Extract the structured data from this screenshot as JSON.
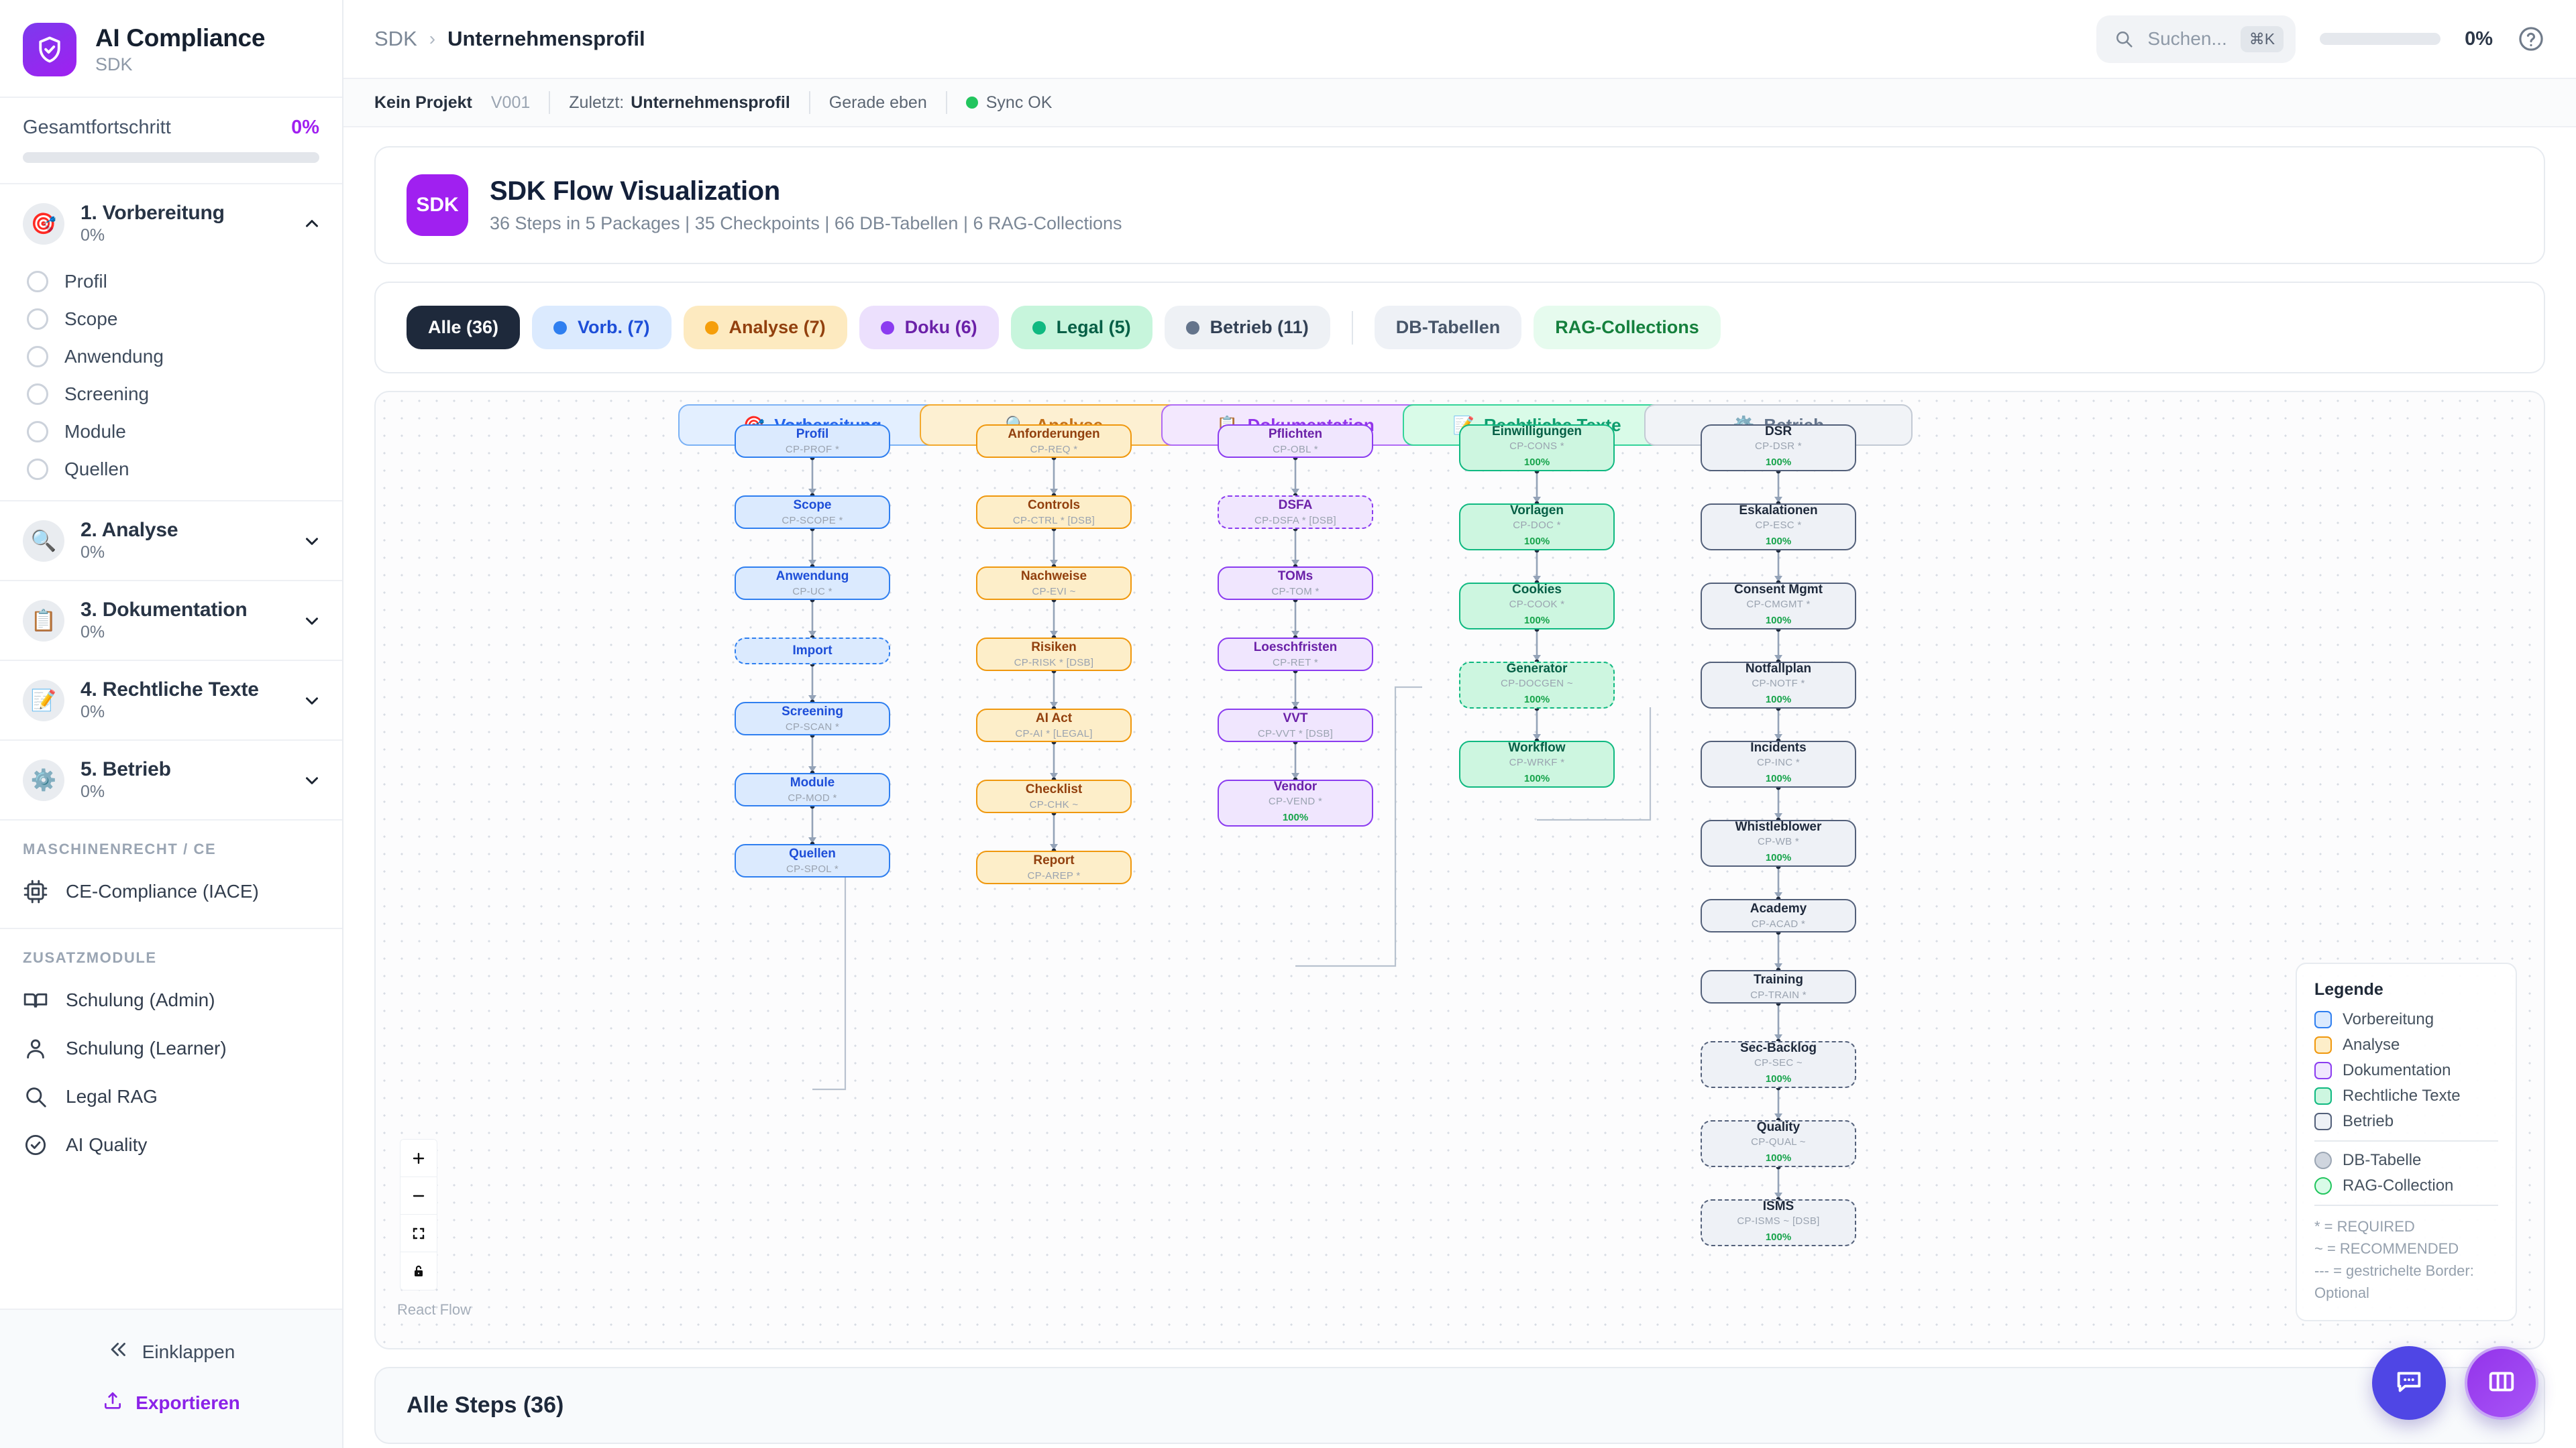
{
  "brand": {
    "title": "AI Compliance",
    "subtitle": "SDK",
    "logo_icon": "shield-check-icon",
    "color": "#a020f0"
  },
  "sidebar": {
    "progress": {
      "label": "Gesamtfortschritt",
      "value": "0%",
      "percent": 0
    },
    "phases": [
      {
        "emoji": "🎯",
        "name": "1. Vorbereitung",
        "percent": "0%",
        "expanded": true,
        "items": [
          {
            "label": "Profil"
          },
          {
            "label": "Scope"
          },
          {
            "label": "Anwendung"
          },
          {
            "label": "Screening"
          },
          {
            "label": "Module"
          },
          {
            "label": "Quellen"
          }
        ]
      },
      {
        "emoji": "🔍",
        "name": "2. Analyse",
        "percent": "0%",
        "expanded": false,
        "items": []
      },
      {
        "emoji": "📋",
        "name": "3. Dokumentation",
        "percent": "0%",
        "expanded": false,
        "items": []
      },
      {
        "emoji": "📝",
        "name": "4. Rechtliche Texte",
        "percent": "0%",
        "expanded": false,
        "items": []
      },
      {
        "emoji": "⚙️",
        "name": "5. Betrieb",
        "percent": "0%",
        "expanded": false,
        "items": []
      }
    ],
    "section_machine": {
      "label": "MASCHINENRECHT / CE",
      "items": [
        {
          "icon": "cpu-icon",
          "label": "CE-Compliance (IACE)"
        }
      ]
    },
    "section_extra": {
      "label": "ZUSATZMODULE",
      "items": [
        {
          "icon": "book-icon",
          "label": "Schulung (Admin)"
        },
        {
          "icon": "user-icon",
          "label": "Schulung (Learner)"
        },
        {
          "icon": "search-icon",
          "label": "Legal RAG"
        },
        {
          "icon": "check-circle-icon",
          "label": "AI Quality"
        }
      ]
    },
    "footer": {
      "collapse": {
        "icon": "chevrons-left-icon",
        "label": "Einklappen"
      },
      "export": {
        "icon": "upload-icon",
        "label": "Exportieren"
      }
    }
  },
  "topbar": {
    "breadcrumb": {
      "root": "SDK",
      "separator": "›",
      "current": "Unternehmensprofil"
    },
    "search": {
      "placeholder": "Suchen...",
      "shortcut": "⌘K",
      "icon": "search-icon"
    },
    "progress": {
      "value": "0%",
      "percent": 0
    },
    "help_icon": "help-circle-icon"
  },
  "statusbar": {
    "project": "Kein Projekt",
    "version": "V001",
    "last_label": "Zuletzt:",
    "last_value": "Unternehmensprofil",
    "time": "Gerade eben",
    "sync": "Sync OK",
    "sync_color": "#22c55e"
  },
  "flowcard": {
    "badge": "SDK",
    "title": "SDK Flow Visualization",
    "subtitle": "36 Steps in 5 Packages | 35 Checkpoints | 66 DB-Tabellen | 6 RAG-Collections"
  },
  "filters": [
    {
      "label": "Alle (36)",
      "active": true,
      "dot": null,
      "bg": "#1e293b",
      "fg": "#ffffff"
    },
    {
      "label": "Vorb. (7)",
      "active": false,
      "dot": "#2f7ff0",
      "bg": "#dbeafe",
      "fg": "#1d4ed8"
    },
    {
      "label": "Analyse (7)",
      "active": false,
      "dot": "#f59e0b",
      "bg": "#fdeac0",
      "fg": "#92400e"
    },
    {
      "label": "Doku (6)",
      "active": false,
      "dot": "#8b3cf0",
      "bg": "#ece0fd",
      "fg": "#6b21a8"
    },
    {
      "label": "Legal (5)",
      "active": false,
      "dot": "#10b981",
      "bg": "#c7f5dc",
      "fg": "#065f46"
    },
    {
      "label": "Betrieb (11)",
      "active": false,
      "dot": "#64748b",
      "bg": "#eef1f5",
      "fg": "#334155"
    }
  ],
  "filters_extra": [
    {
      "label": "DB-Tabellen",
      "bg": "#eef1f6",
      "fg": "#475569"
    },
    {
      "label": "RAG-Collections",
      "bg": "#e6fbee",
      "fg": "#15803d"
    }
  ],
  "chart_data": {
    "type": "diagram-flow",
    "title": "SDK Flow Visualization",
    "columns": [
      {
        "id": "vorbereitung",
        "header": "Vorbereitung",
        "emoji": "🎯",
        "header_bg": "#e3efff",
        "header_border": "#7cb2f5",
        "header_fg": "#2563eb",
        "node_bg": "#dbeafe",
        "node_border": "#2f7ff0",
        "node_fg": "#1d4ed8",
        "nodes": [
          {
            "title": "Profil",
            "code": "CP-PROF *",
            "dashed": false,
            "percent": null
          },
          {
            "title": "Scope",
            "code": "CP-SCOPE *",
            "dashed": false,
            "percent": null
          },
          {
            "title": "Anwendung",
            "code": "CP-UC *",
            "dashed": false,
            "percent": null
          },
          {
            "title": "Import",
            "code": "",
            "dashed": true,
            "percent": null
          },
          {
            "title": "Screening",
            "code": "CP-SCAN *",
            "dashed": false,
            "percent": null
          },
          {
            "title": "Module",
            "code": "CP-MOD *",
            "dashed": false,
            "percent": null
          },
          {
            "title": "Quellen",
            "code": "CP-SPOL *",
            "dashed": false,
            "percent": null
          }
        ]
      },
      {
        "id": "analyse",
        "header": "Analyse",
        "emoji": "🔍",
        "header_bg": "#fdf0d2",
        "header_border": "#f3a92e",
        "header_fg": "#c2701a",
        "node_bg": "#fdeec9",
        "node_border": "#f0980e",
        "node_fg": "#92400e",
        "nodes": [
          {
            "title": "Anforderungen",
            "code": "CP-REQ *",
            "dashed": false,
            "percent": null
          },
          {
            "title": "Controls",
            "code": "CP-CTRL * [DSB]",
            "dashed": false,
            "percent": null
          },
          {
            "title": "Nachweise",
            "code": "CP-EVI ~",
            "dashed": false,
            "percent": null
          },
          {
            "title": "Risiken",
            "code": "CP-RISK * [DSB]",
            "dashed": false,
            "percent": null
          },
          {
            "title": "AI Act",
            "code": "CP-AI * [LEGAL]",
            "dashed": false,
            "percent": null
          },
          {
            "title": "Checklist",
            "code": "CP-CHK ~",
            "dashed": false,
            "percent": null
          },
          {
            "title": "Report",
            "code": "CP-AREP *",
            "dashed": false,
            "percent": null
          }
        ]
      },
      {
        "id": "dokumentation",
        "header": "Dokumentation",
        "emoji": "📋",
        "header_bg": "#f3e8fe",
        "header_border": "#b06bf5",
        "header_fg": "#9333ea",
        "node_bg": "#f0e6fe",
        "node_border": "#8b3cf0",
        "node_fg": "#6b21a8",
        "nodes": [
          {
            "title": "Pflichten",
            "code": "CP-OBL *",
            "dashed": false,
            "percent": null
          },
          {
            "title": "DSFA",
            "code": "CP-DSFA * [DSB]",
            "dashed": true,
            "percent": null
          },
          {
            "title": "TOMs",
            "code": "CP-TOM *",
            "dashed": false,
            "percent": null
          },
          {
            "title": "Loeschfristen",
            "code": "CP-RET *",
            "dashed": false,
            "percent": null
          },
          {
            "title": "VVT",
            "code": "CP-VVT * [DSB]",
            "dashed": false,
            "percent": null
          },
          {
            "title": "Vendor",
            "code": "CP-VEND *",
            "dashed": false,
            "percent": "100%"
          }
        ]
      },
      {
        "id": "rechtliche",
        "header": "Rechtliche Texte",
        "emoji": "📝",
        "header_bg": "#d9fbe8",
        "header_border": "#34d399",
        "header_fg": "#0f9d6e",
        "node_bg": "#cdf6e0",
        "node_border": "#10b981",
        "node_fg": "#065f46",
        "nodes": [
          {
            "title": "Einwilligungen",
            "code": "CP-CONS *",
            "dashed": false,
            "percent": "100%"
          },
          {
            "title": "Vorlagen",
            "code": "CP-DOC *",
            "dashed": false,
            "percent": "100%"
          },
          {
            "title": "Cookies",
            "code": "CP-COOK *",
            "dashed": false,
            "percent": "100%"
          },
          {
            "title": "Generator",
            "code": "CP-DOCGEN ~",
            "dashed": true,
            "percent": "100%"
          },
          {
            "title": "Workflow",
            "code": "CP-WRKF *",
            "dashed": false,
            "percent": "100%"
          }
        ]
      },
      {
        "id": "betrieb",
        "header": "Betrieb",
        "emoji": "⚙️",
        "header_bg": "#f1f3f7",
        "header_border": "#c3cad4",
        "header_fg": "#64748b",
        "node_bg": "#eef1f6",
        "node_border": "#53607a",
        "node_fg": "#1e293b",
        "nodes": [
          {
            "title": "DSR",
            "code": "CP-DSR *",
            "dashed": false,
            "percent": "100%"
          },
          {
            "title": "Eskalationen",
            "code": "CP-ESC *",
            "dashed": false,
            "percent": "100%"
          },
          {
            "title": "Consent Mgmt",
            "code": "CP-CMGMT *",
            "dashed": false,
            "percent": "100%"
          },
          {
            "title": "Notfallplan",
            "code": "CP-NOTF *",
            "dashed": false,
            "percent": "100%"
          },
          {
            "title": "Incidents",
            "code": "CP-INC *",
            "dashed": false,
            "percent": "100%"
          },
          {
            "title": "Whistleblower",
            "code": "CP-WB *",
            "dashed": false,
            "percent": "100%"
          },
          {
            "title": "Academy",
            "code": "CP-ACAD *",
            "dashed": false,
            "percent": null
          },
          {
            "title": "Training",
            "code": "CP-TRAIN *",
            "dashed": false,
            "percent": null
          },
          {
            "title": "Sec-Backlog",
            "code": "CP-SEC ~",
            "dashed": true,
            "percent": "100%"
          },
          {
            "title": "Quality",
            "code": "CP-QUAL ~",
            "dashed": true,
            "percent": "100%"
          },
          {
            "title": "ISMS",
            "code": "CP-ISMS ~ [DSB]",
            "dashed": true,
            "percent": "100%"
          }
        ]
      }
    ]
  },
  "legend": {
    "title": "Legende",
    "phases": [
      {
        "label": "Vorbereitung",
        "bg": "#dbeafe",
        "border": "#2f7ff0"
      },
      {
        "label": "Analyse",
        "bg": "#fdeec9",
        "border": "#f0980e"
      },
      {
        "label": "Dokumentation",
        "bg": "#f0e6fe",
        "border": "#8b3cf0"
      },
      {
        "label": "Rechtliche Texte",
        "bg": "#cdf6e0",
        "border": "#10b981"
      },
      {
        "label": "Betrieb",
        "bg": "#eef1f6",
        "border": "#53607a"
      }
    ],
    "objects": [
      {
        "label": "DB-Tabelle",
        "bg": "#cfd5de",
        "border": "#9aa5b3"
      },
      {
        "label": "RAG-Collection",
        "bg": "#d9fbe8",
        "border": "#22c55e"
      }
    ],
    "notes": [
      "* = REQUIRED",
      "~ = RECOMMENDED",
      "--- = gestrichelte Border: Optional"
    ]
  },
  "flow_controls": {
    "zoom_in": "plus-icon",
    "zoom_out": "minus-icon",
    "fit_view": "fit-view-icon",
    "lock": "lock-icon",
    "attribution": "React Flow"
  },
  "steps_section": {
    "title": "Alle Steps (36)"
  },
  "fabs": [
    {
      "name": "chat-fab",
      "icon": "chat-bubble-icon"
    },
    {
      "name": "panel-fab",
      "icon": "columns-icon"
    }
  ]
}
